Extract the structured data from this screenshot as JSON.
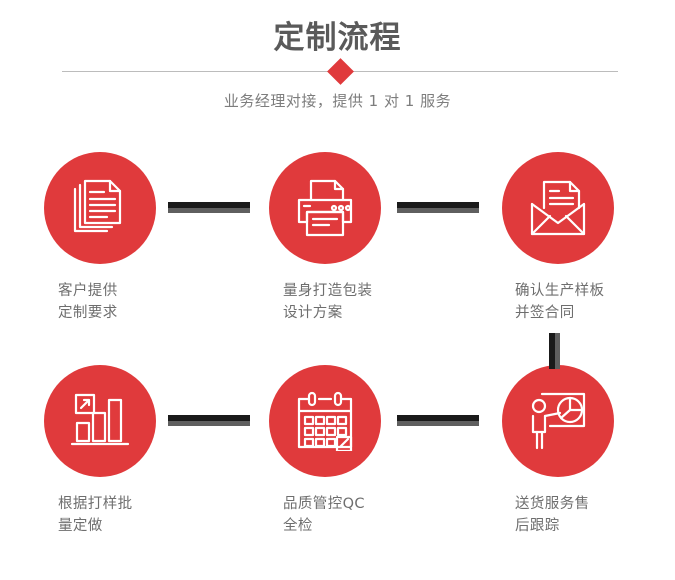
{
  "header": {
    "title": "定制流程",
    "subtitle": "业务经理对接，提供 1 对 1 服务",
    "divider_icon": "red-diamond"
  },
  "colors": {
    "brand_red": "#e03a3c",
    "title_gray": "#5a5a5a",
    "label_gray": "#6e6e6e",
    "connector_black": "#1a1a1a",
    "connector_gray": "#5f5f5f",
    "divider_line": "#bcbcbc"
  },
  "steps": [
    {
      "index": "1",
      "icon": "documents-icon",
      "label": "客户提供\n定制要求"
    },
    {
      "index": "2",
      "icon": "printer-icon",
      "label": "量身打造包装\n设计方案"
    },
    {
      "index": "3",
      "icon": "envelope-letter-icon",
      "label": "确认生产样板\n并签合同"
    },
    {
      "index": "4",
      "icon": "bar-chart-growth-icon",
      "label": "根据打样批\n量定做"
    },
    {
      "index": "5",
      "icon": "calendar-check-icon",
      "label": "品质管控QC\n全检"
    },
    {
      "index": "6",
      "icon": "presenter-pie-chart-icon",
      "label": "送货服务售\n后跟踪"
    }
  ],
  "connectors": [
    {
      "name": "connector-step1-step2",
      "orientation": "horizontal"
    },
    {
      "name": "connector-step2-step3",
      "orientation": "horizontal"
    },
    {
      "name": "connector-step3-step6",
      "orientation": "vertical"
    },
    {
      "name": "connector-step4-step5",
      "orientation": "horizontal"
    },
    {
      "name": "connector-step5-step6",
      "orientation": "horizontal"
    }
  ]
}
